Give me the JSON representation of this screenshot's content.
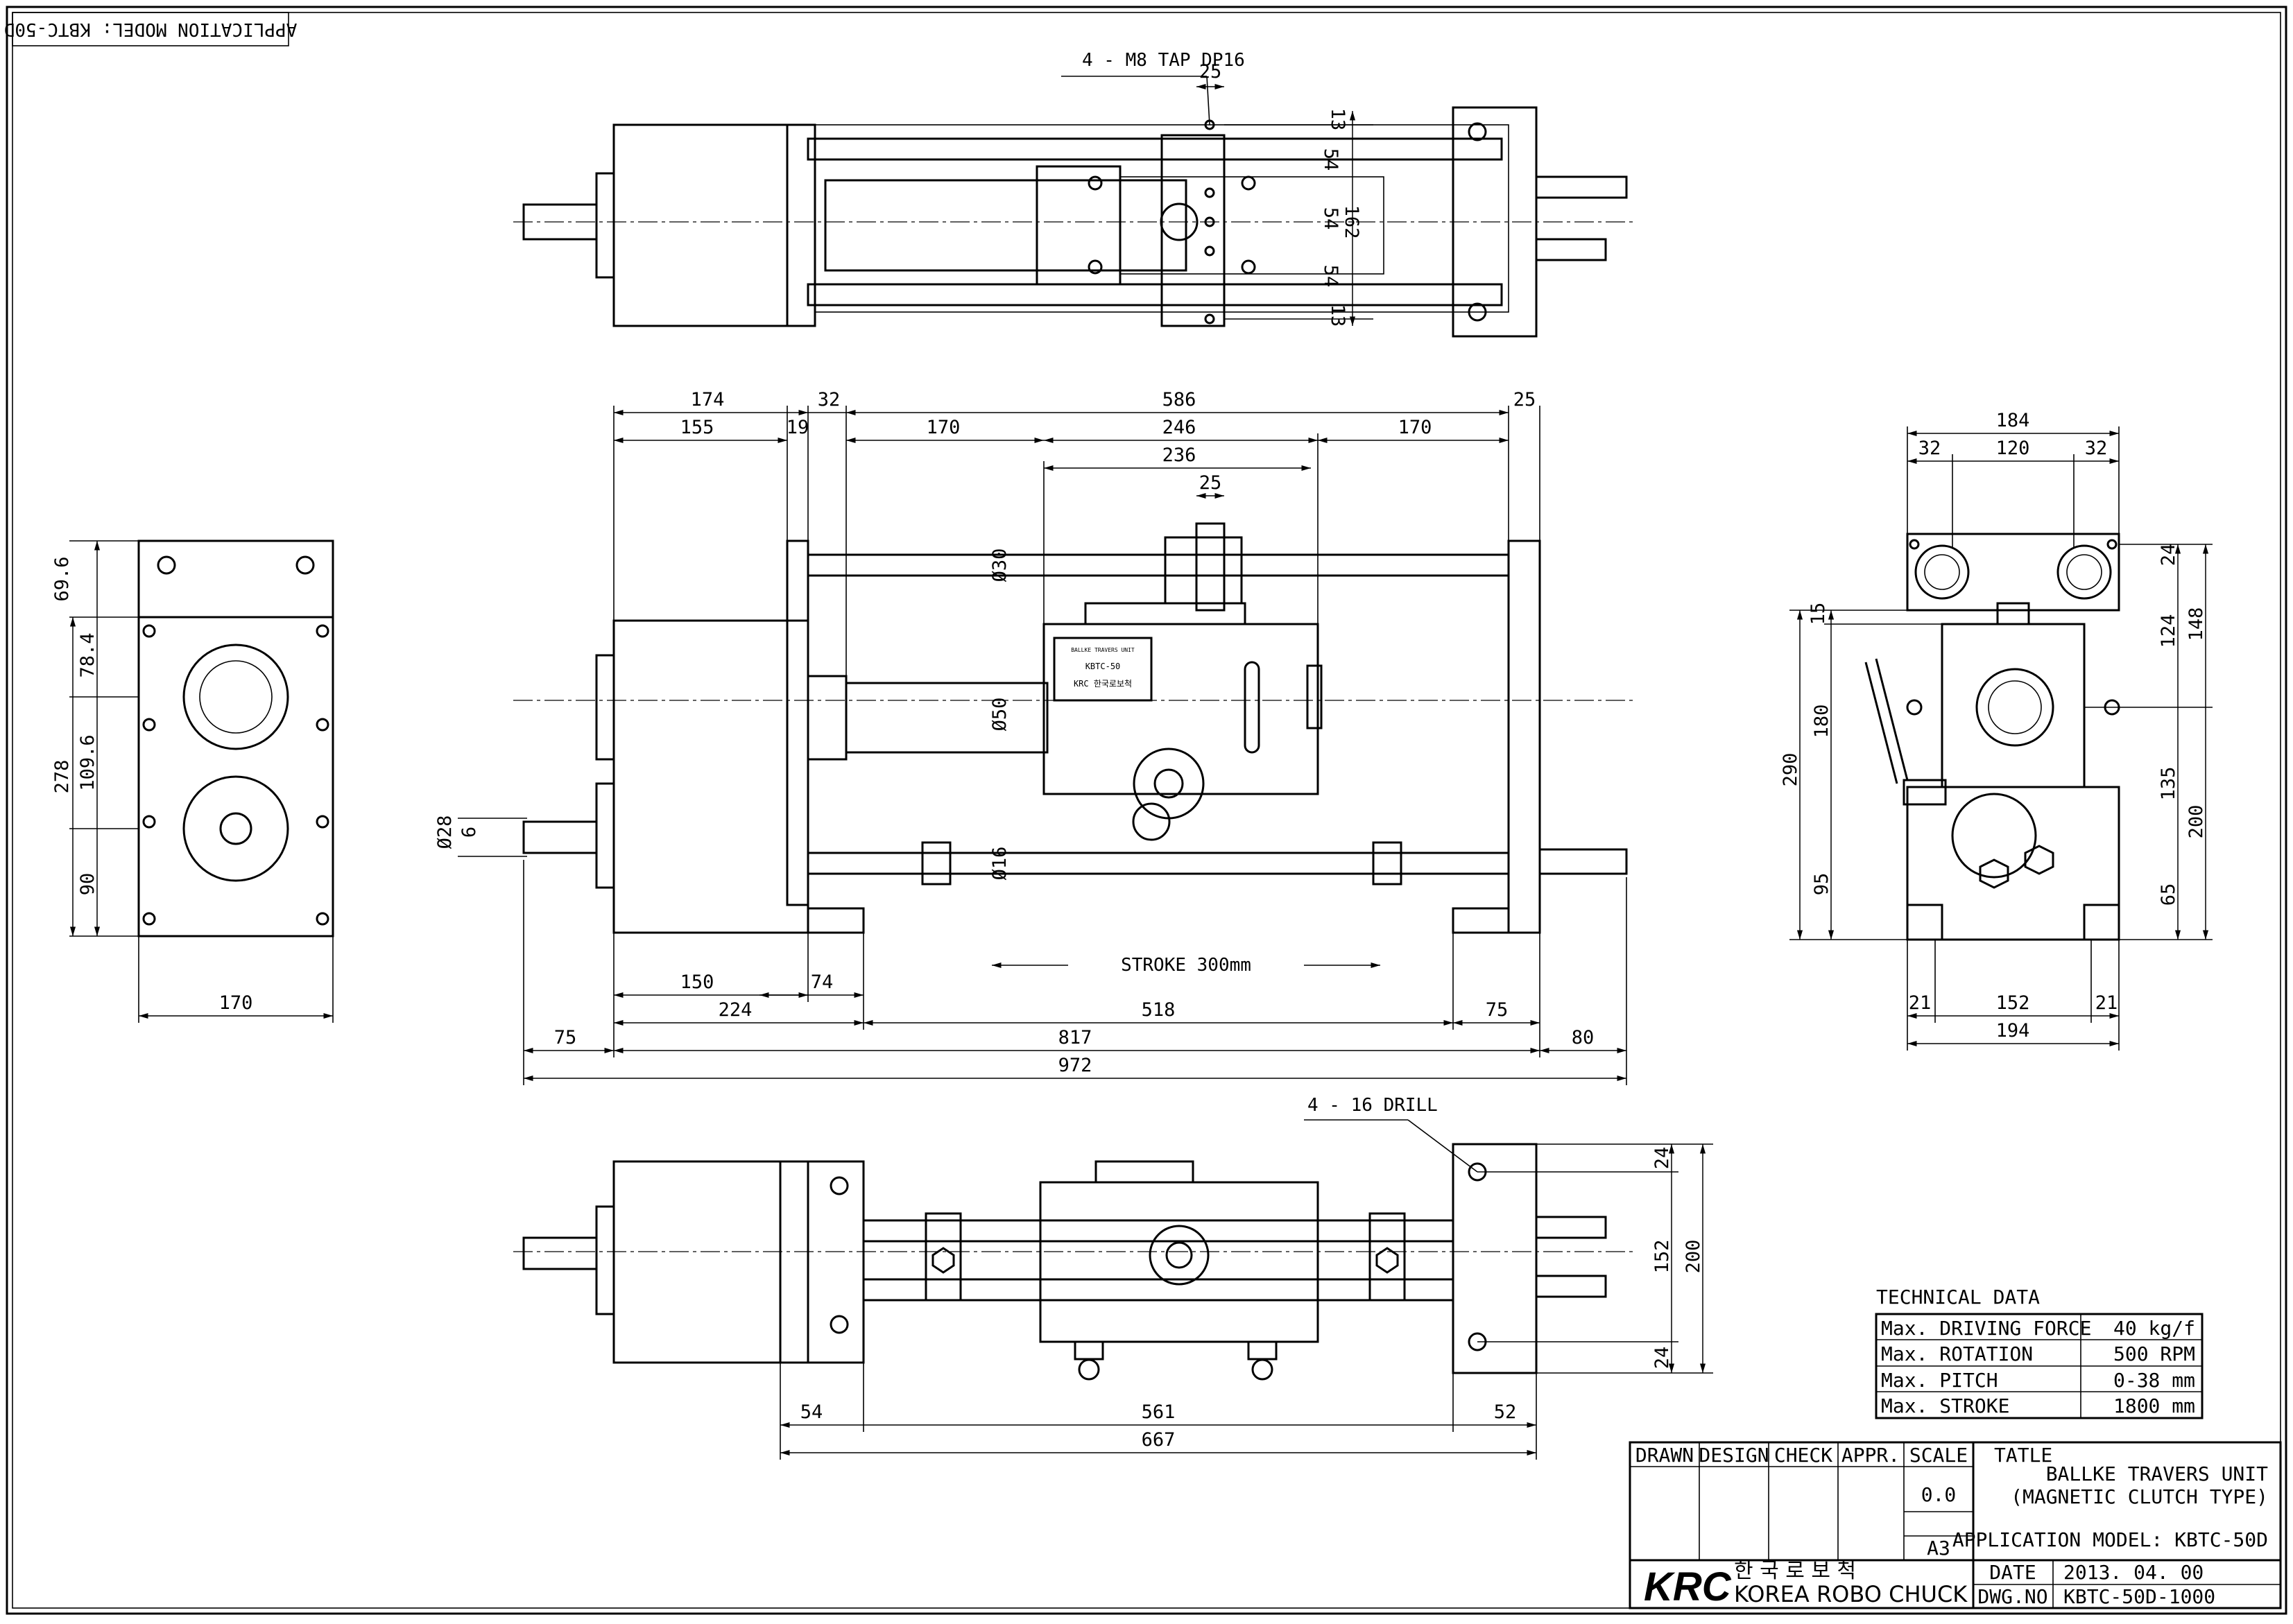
{
  "border_label": "APPLICATION MODEL: KBTC-50D",
  "notes": {
    "tap": "4 - M8 TAP  DP16",
    "drill": "4 - 16 DRILL",
    "stroke": "STROKE 300mm"
  },
  "plate_lettering": [
    "BALLKE TRAVERS UNIT",
    "KBTC-50",
    "KRC 한국로보척"
  ],
  "top_view_dims": {
    "d25": "25",
    "d13a": "13",
    "d54a": "54",
    "d54b": "54",
    "d54c": "54",
    "d162": "162",
    "d13b": "13"
  },
  "front_view_dims": {
    "d174": "174",
    "d32": "32",
    "d586": "586",
    "d25a": "25",
    "d155": "155",
    "d19": "19",
    "d170a": "170",
    "d246": "246",
    "d170b": "170",
    "d236": "236",
    "d25b": "25",
    "dia30": "Ø30",
    "dia50": "Ø50",
    "dia16": "Ø16",
    "dia28": "Ø28",
    "d6": "6",
    "d150": "150",
    "d74": "74",
    "d224": "224",
    "d518": "518",
    "d75a": "75",
    "d75b": "75",
    "d817": "817",
    "d80": "80",
    "d972": "972"
  },
  "left_view_dims": {
    "d69_6": "69.6",
    "d78_4": "78.4",
    "d278": "278",
    "d109_6": "109.6",
    "d90": "90",
    "d170": "170"
  },
  "right_view_dims": {
    "d184": "184",
    "d32a": "32",
    "d120": "120",
    "d32b": "32",
    "d24": "24",
    "d15": "15",
    "d124": "124",
    "d148": "148",
    "d290": "290",
    "d180": "180",
    "d135": "135",
    "d200": "200",
    "d95": "95",
    "d65": "65",
    "d21a": "21",
    "d152": "152",
    "d21b": "21",
    "d194": "194"
  },
  "bottom_view_dims": {
    "d24a": "24",
    "d152": "152",
    "d200": "200",
    "d24b": "24",
    "d54": "54",
    "d561": "561",
    "d52": "52",
    "d667": "667"
  },
  "technical_data": {
    "title": "TECHNICAL DATA",
    "rows": [
      {
        "label": "Max. DRIVING FORCE",
        "value": "40 kg/f"
      },
      {
        "label": "Max. ROTATION",
        "value": "500 RPM"
      },
      {
        "label": "Max. PITCH",
        "value": "0-38 mm"
      },
      {
        "label": "Max. STROKE",
        "value": "1800 mm"
      }
    ]
  },
  "title_block": {
    "headers": [
      "DRAWN",
      "DESIGN",
      "CHECK",
      "APPR.",
      "SCALE"
    ],
    "scale": "0.0",
    "paper": "A3",
    "tatle_label": "TATLE",
    "title_line1": "BALLKE TRAVERS UNIT",
    "title_line2": "(MAGNETIC CLUTCH TYPE)",
    "app_model": "APPLICATION MODEL: KBTC-50D",
    "logo": "KRC",
    "company_kr": "한  국  로  보  척",
    "company_en": "KOREA ROBO CHUCK",
    "date_label": "DATE",
    "date_value": "2013. 04. 00",
    "dwg_label": "DWG.NO",
    "dwg_value": "KBTC-50D-1000"
  }
}
